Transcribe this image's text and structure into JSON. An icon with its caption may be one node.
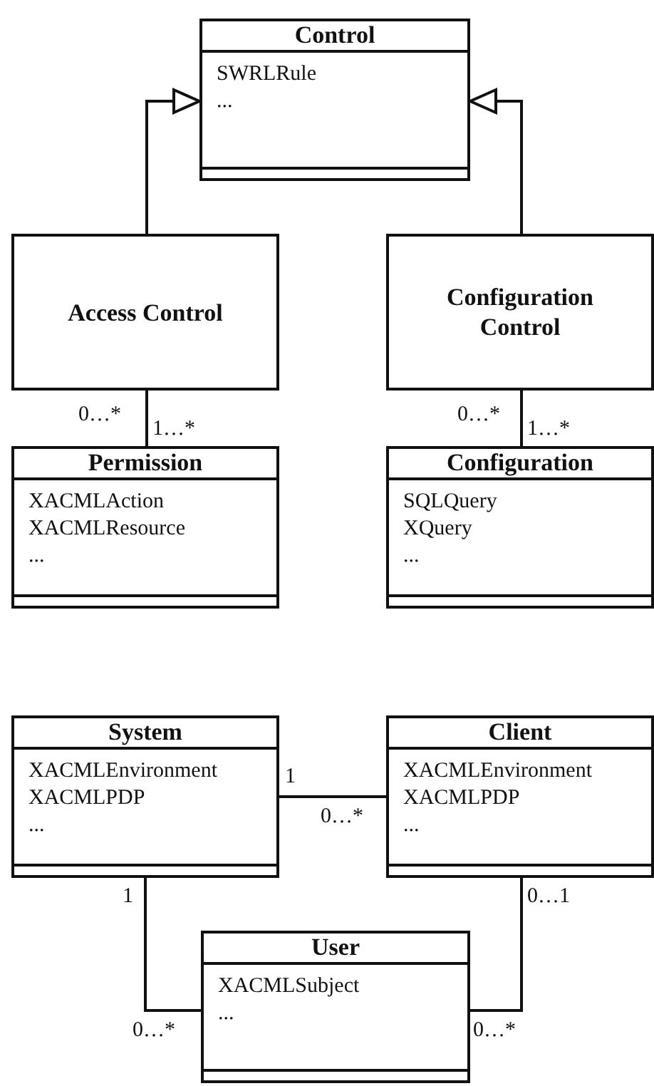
{
  "diagram": {
    "nodes": [
      {
        "text": [
          "Control",
          "SWRLRule",
          "..."
        ]
      },
      {
        "text": [
          "Access Control"
        ]
      },
      {
        "text": [
          "Configuration Control"
        ]
      },
      {
        "text": [
          "Permission",
          "XACMLAction",
          "XACMLResource",
          "..."
        ]
      },
      {
        "text": [
          "Configuration",
          "SQLQuery",
          "XQuery",
          "..."
        ]
      },
      {
        "text": [
          "System",
          "XACMLEnvironment",
          "XACMLPDP",
          "..."
        ]
      },
      {
        "text": [
          "Client",
          "XACMLEnvironment",
          "XACMLPDP",
          "..."
        ]
      },
      {
        "text": [
          "User",
          "XACMLSubject",
          "..."
        ]
      }
    ],
    "edges": [
      {
        "from": 1,
        "to": 0,
        "arrow": "to"
      },
      {
        "from": 2,
        "to": 0,
        "arrow": "to"
      },
      {
        "from": 1,
        "to": 3,
        "arrow": "none"
      },
      {
        "from": 2,
        "to": 4,
        "arrow": "none"
      },
      {
        "from": 5,
        "to": 6,
        "arrow": "none"
      },
      {
        "from": 5,
        "to": 7,
        "arrow": "none"
      },
      {
        "from": 6,
        "to": 7,
        "arrow": "none"
      }
    ],
    "labels": [
      "0…*",
      "1…*",
      "0…*",
      "1…*",
      "1",
      "0…*",
      "1",
      "0…1",
      "0…*",
      "0…*"
    ]
  }
}
